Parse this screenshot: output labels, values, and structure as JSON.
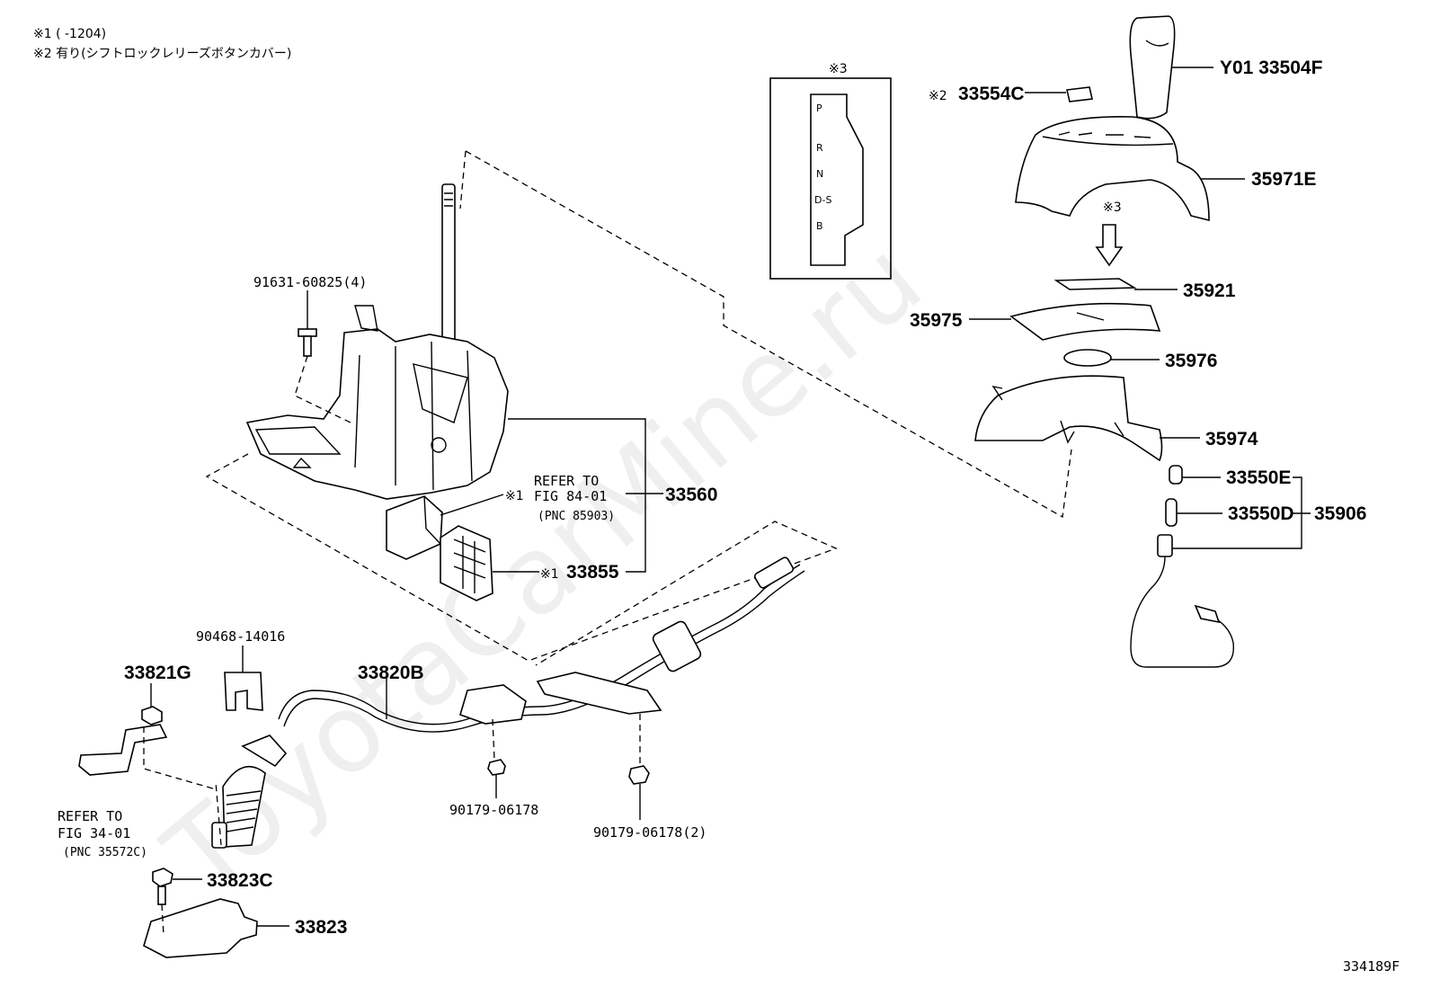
{
  "notes": {
    "note1": "※1 (      -1204)",
    "note2": "※2 有り(シフトロックレリーズボタンカバー)"
  },
  "gate_box": {
    "title": "※3",
    "positions": [
      "P",
      "R",
      "N",
      "D-S",
      "B"
    ]
  },
  "labels": {
    "p33504F": "Y01 33504F",
    "p33554C_mark": "※2",
    "p33554C": "33554C",
    "p35971E": "35971E",
    "arrow_mark": "※3",
    "p35921": "35921",
    "p35975": "35975",
    "p35976": "35976",
    "p35974": "35974",
    "p33550E": "33550E",
    "p33550D": "33550D",
    "p35906": "35906",
    "p91631": "91631-60825(4)",
    "p33560": "33560",
    "p33855_mark": "※1",
    "p33855": "33855",
    "ref1_mark": "※1",
    "ref1_line1": "REFER TO",
    "ref1_line2": "FIG 84-01",
    "ref1_line3": "(PNC 85903)",
    "p90468": "90468-14016",
    "p33821G": "33821G",
    "p33820B": "33820B",
    "ref2_line1": "REFER TO",
    "ref2_line2": "FIG 34-01",
    "ref2_line3": "(PNC 35572C)",
    "p90179a": "90179-06178",
    "p90179b": "90179-06178(2)",
    "p33823C": "33823C",
    "p33823": "33823",
    "figure_id": "334189F"
  },
  "watermark": "ToyotaCarMine.ru"
}
